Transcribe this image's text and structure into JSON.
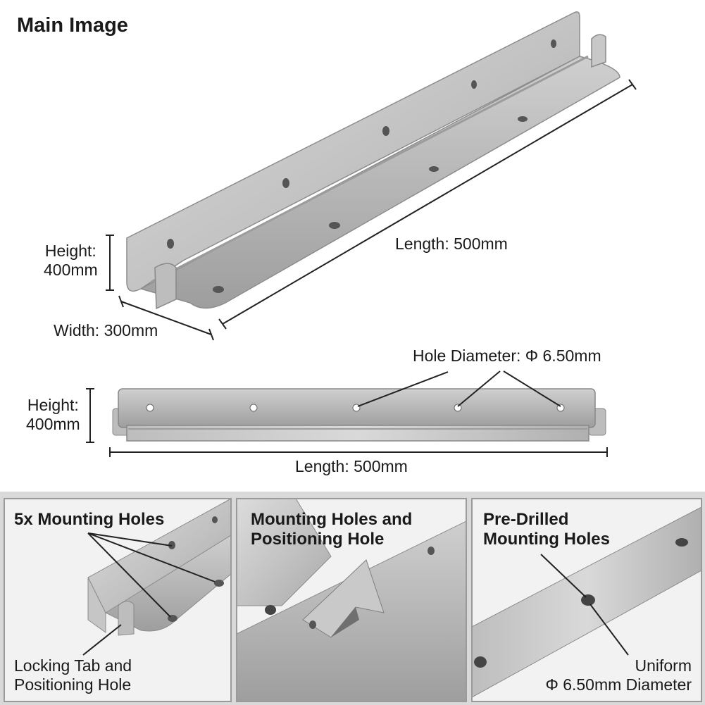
{
  "main_image": {
    "title": "Main Image",
    "height_label": "Height:\n400mm",
    "width_label": "Width: 300mm",
    "length_label": "Length: 500mm"
  },
  "front_view": {
    "height_label": "Height:\n400mm",
    "length_label": "Length: 500mm",
    "hole_diameter_label": "Hole Diameter: Φ 6.50mm"
  },
  "detail_panels": [
    {
      "title": "5x Mounting Holes",
      "note": "Locking Tab and\nPositioning Hole"
    },
    {
      "title": "Mounting Holes and\nPositioning Hole"
    },
    {
      "title": "Pre-Drilled\nMounting Holes",
      "note": "Uniform\nΦ 6.50mm Diameter"
    }
  ],
  "colors": {
    "metal_light": "#d6d6d6",
    "metal_mid": "#b8b8b8",
    "metal_dark": "#8f8f8f",
    "panel_bg": "#eeeeee"
  }
}
